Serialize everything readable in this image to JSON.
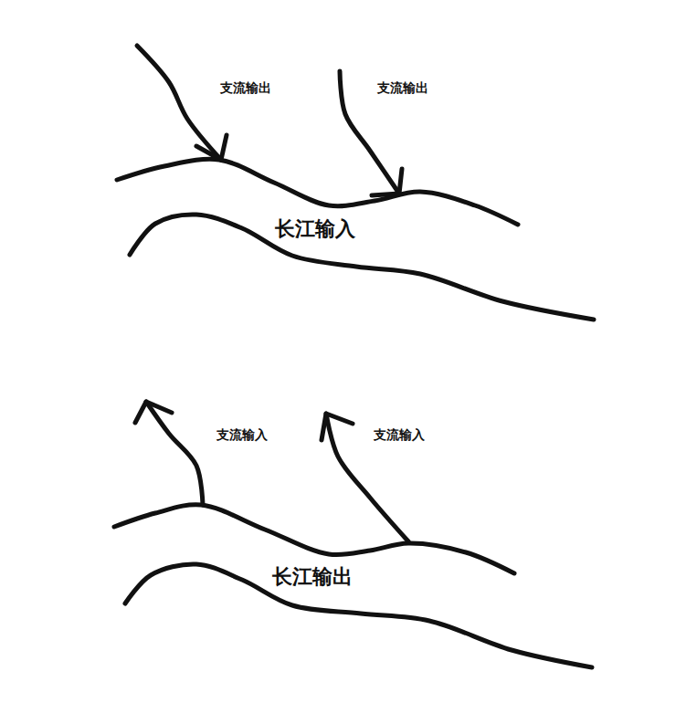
{
  "diagram": {
    "labels": [
      "支流输出",
      "支流输出",
      "长江输入",
      "支流输入",
      "支流输入",
      "长江输出"
    ]
  }
}
